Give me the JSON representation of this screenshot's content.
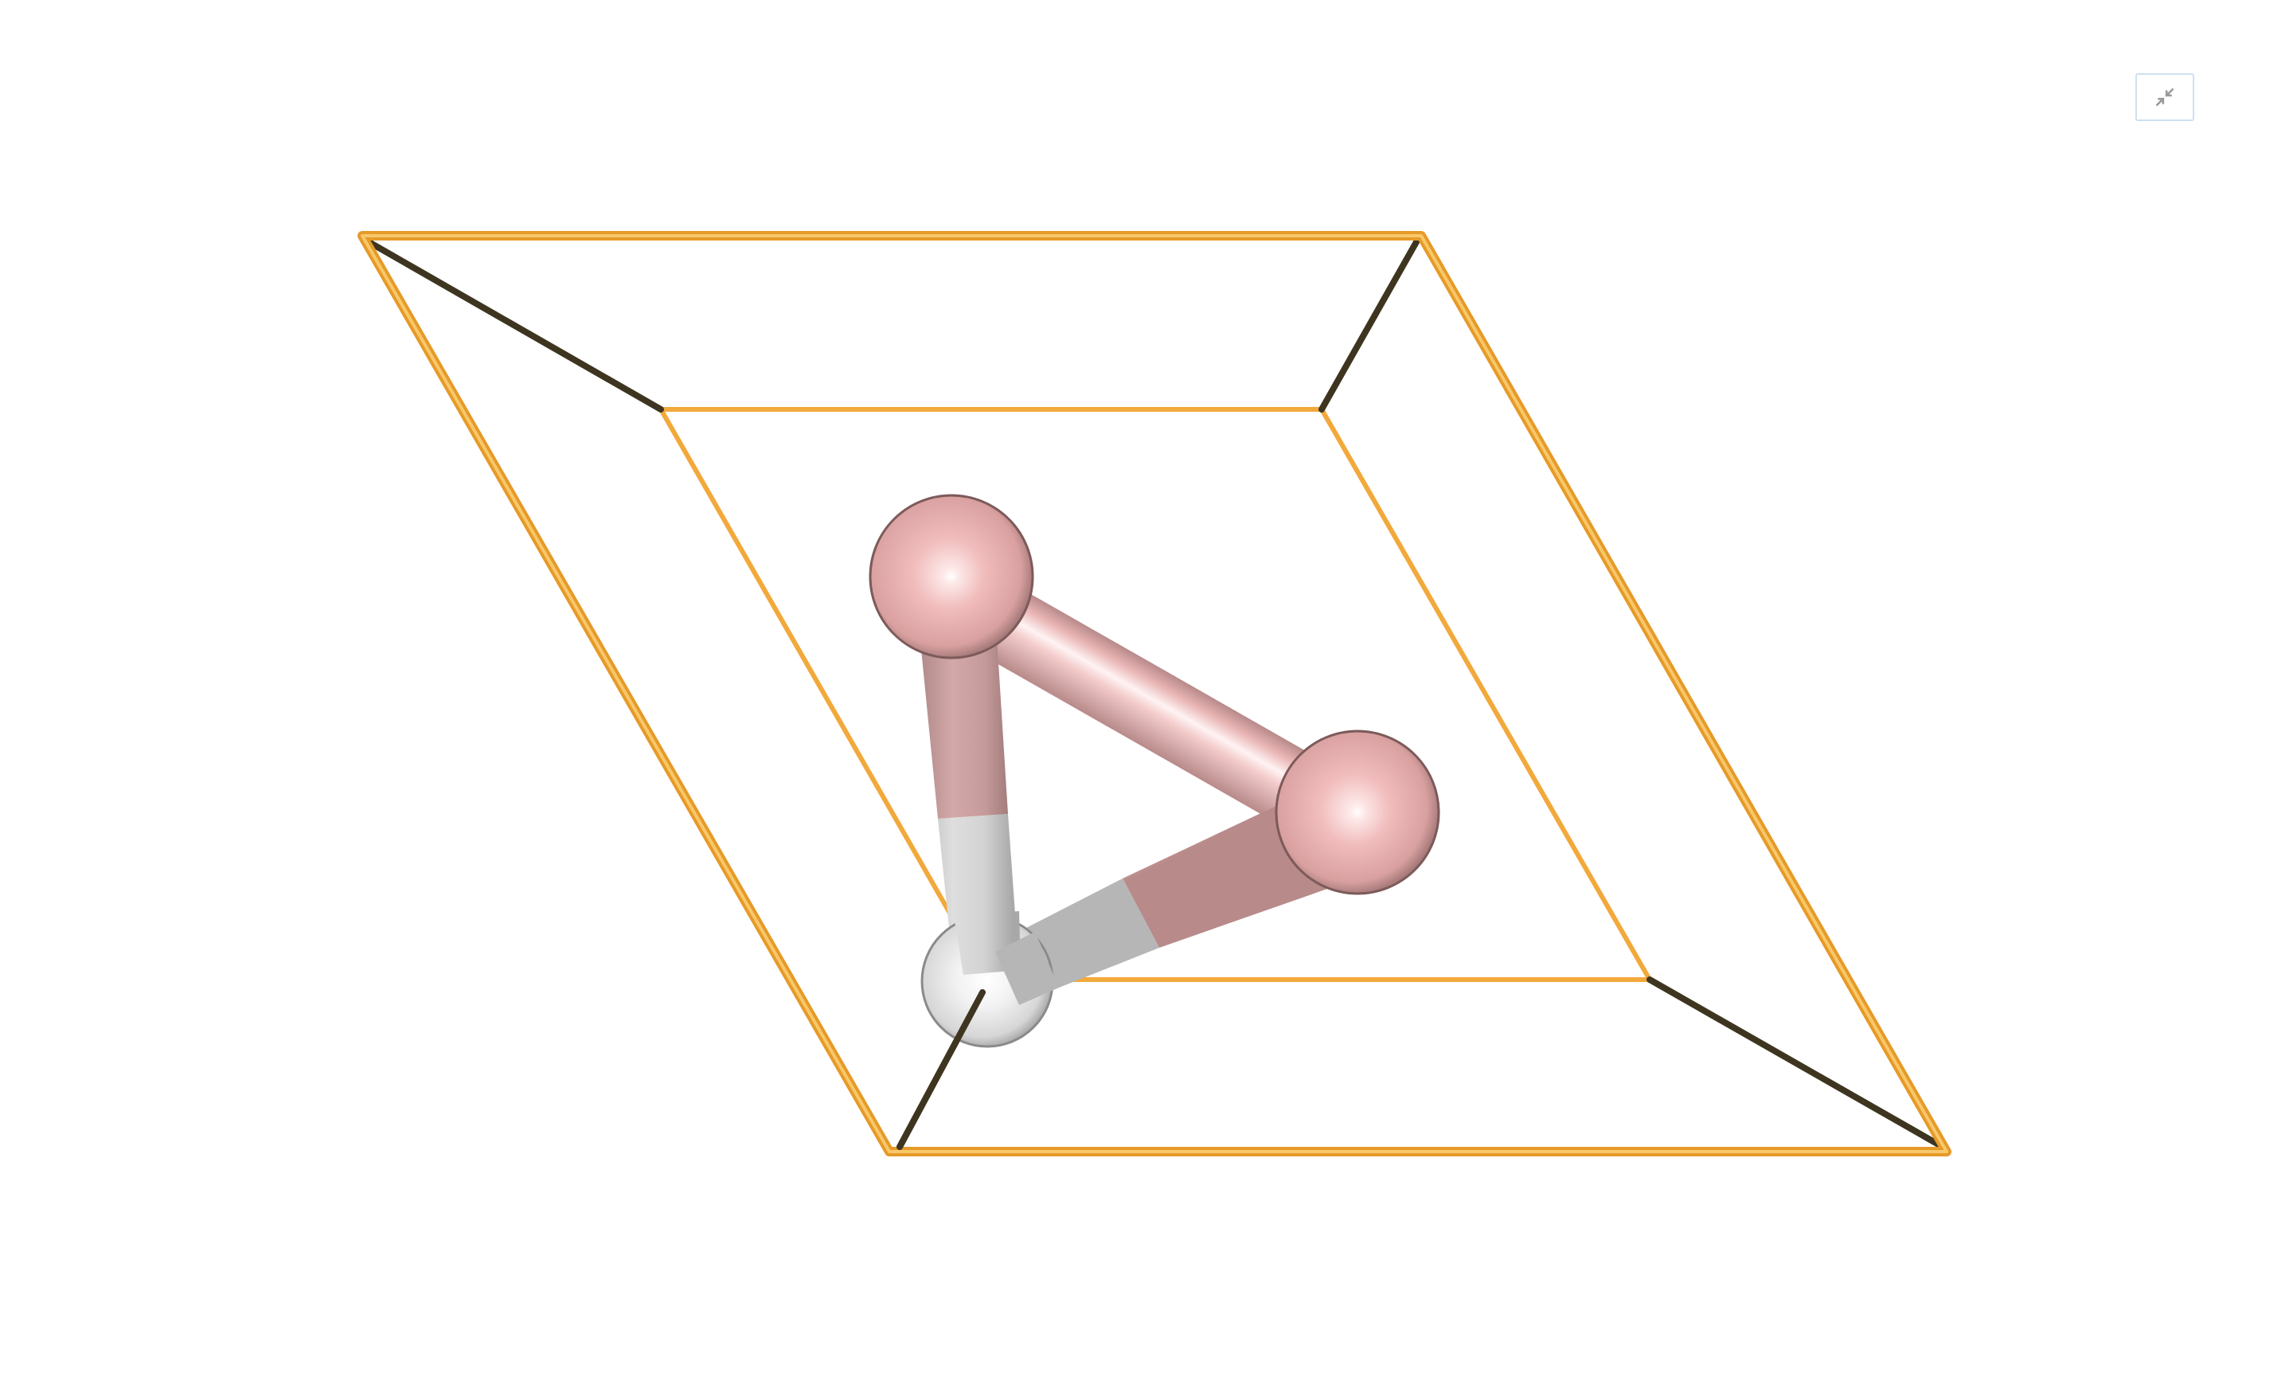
{
  "viewer": {
    "background": "#ffffff",
    "toolbar": {
      "exit_fullscreen_icon": "compress-arrows-icon",
      "button_border": "#cfe0ee",
      "icon_color": "#9a9a9a"
    },
    "unit_cell": {
      "edge_color": "#f2a93b",
      "edge_highlight": "#f8c86a",
      "hidden_edge_color": "#3e3520"
    },
    "atoms": [
      {
        "id": "atom-top",
        "element_color": "#eeb8b8"
      },
      {
        "id": "atom-right",
        "element_color": "#eeb8b8"
      },
      {
        "id": "atom-bottom",
        "element_color": "#ececec"
      }
    ],
    "bonds": [
      {
        "id": "bond-top-right",
        "from": "atom-top",
        "to": "atom-right"
      },
      {
        "id": "bond-top-bottom",
        "from": "atom-top",
        "to": "atom-bottom"
      },
      {
        "id": "bond-bottom-right",
        "from": "atom-bottom",
        "to": "atom-right"
      }
    ]
  }
}
